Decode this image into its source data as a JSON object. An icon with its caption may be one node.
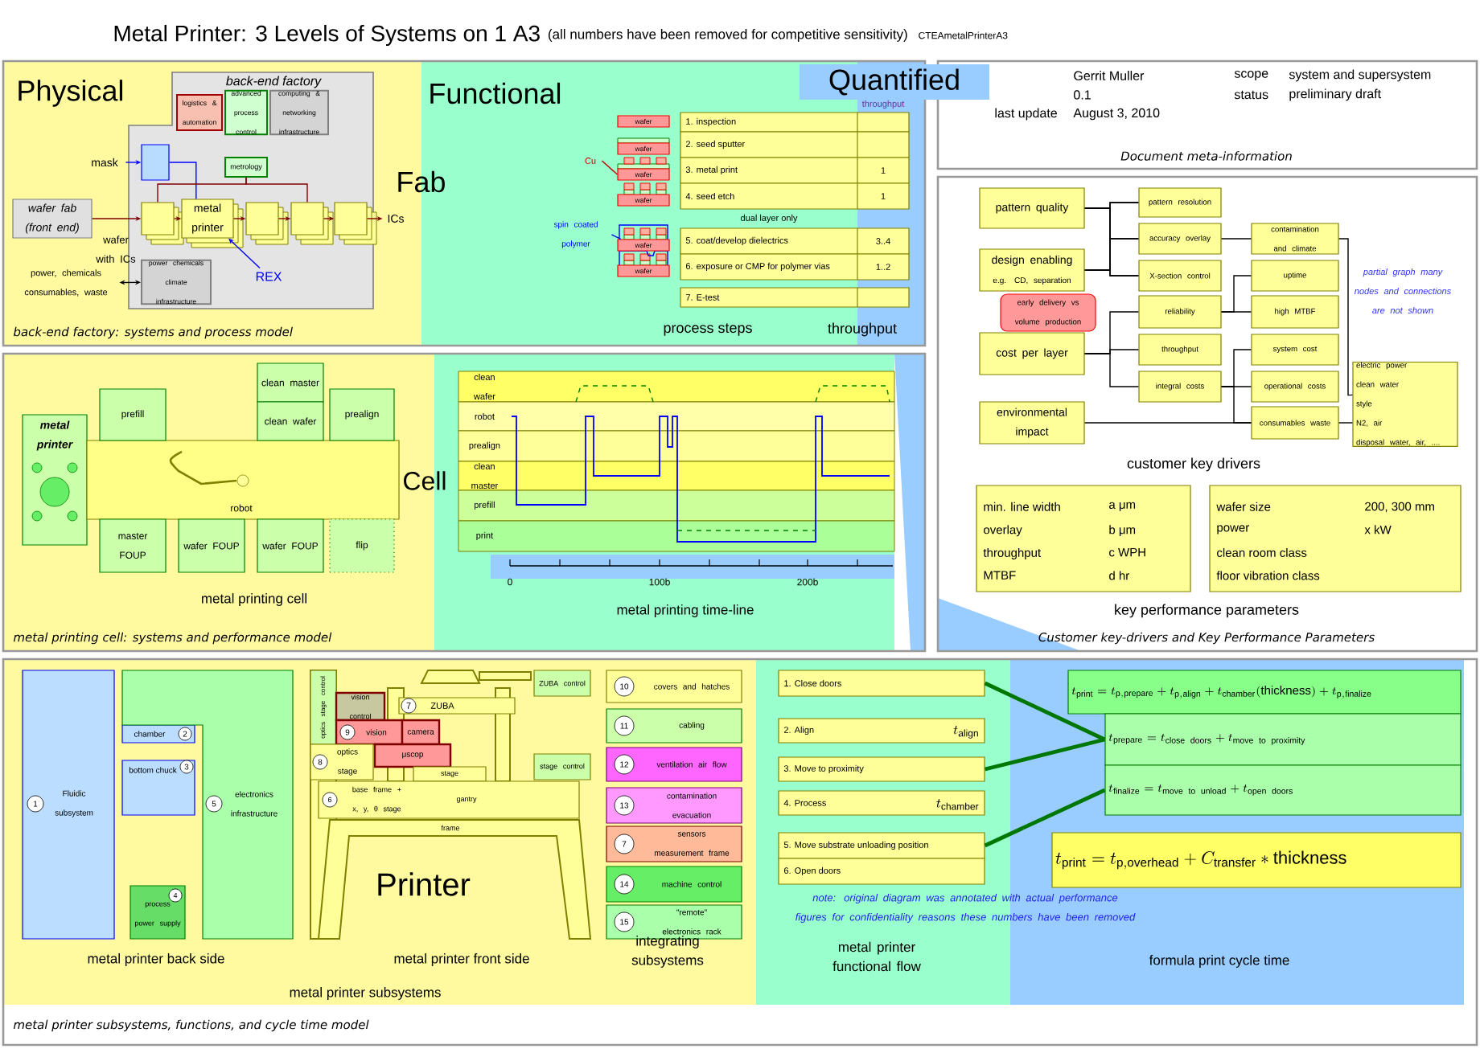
{
  "diagram": {
    "title": "Metal Printer: 3 Levels of Systems on 1 A3",
    "nodes": [
      {
        "text": [
          "back-end factory: systems and process model"
        ]
      },
      {
        "text": [
          "back-end factory"
        ],
        "in": 0
      },
      {
        "text": [
          "logistics & automation"
        ],
        "in": 1
      },
      {
        "text": [
          "advanced process control"
        ],
        "in": 1
      },
      {
        "text": [
          "computing & networking infrastructure"
        ],
        "in": 1
      },
      {
        "text": [],
        "shape": "box",
        "in": 1
      },
      {
        "text": [
          "mask"
        ],
        "in": 0
      },
      {
        "text": [
          "metrology"
        ],
        "in": 1
      },
      {
        "text": [
          "wafer fab (front end)"
        ],
        "in": 0
      },
      {
        "text": [],
        "shape": "box",
        "in": 1
      },
      {
        "text": [
          "metal printer"
        ],
        "in": 1
      },
      {
        "text": [],
        "shape": "box",
        "in": 1
      },
      {
        "text": [],
        "shape": "box",
        "in": 1
      },
      {
        "text": [],
        "shape": "box",
        "in": 1
      },
      {
        "text": [
          "ICs"
        ],
        "in": 0
      },
      {
        "text": [
          "power chemicals climate infrastructure"
        ],
        "in": 1
      },
      {
        "text": [
          "REX"
        ],
        "in": 1
      },
      {
        "text": [
          "power, chemicals consumables, waste"
        ],
        "in": 0
      },
      {
        "text": [
          "wafer"
        ],
        "in": 0
      },
      {
        "text": [
          "wafer"
        ],
        "in": 0
      },
      {
        "text": [
          "wafer"
        ],
        "in": 0
      },
      {
        "text": [
          "wafer"
        ],
        "in": 0
      },
      {
        "text": [
          "wafer"
        ],
        "in": 0
      },
      {
        "text": [
          "wafer"
        ],
        "in": 0
      },
      {
        "text": [
          "Cu"
        ],
        "in": 0
      },
      {
        "text": [
          "spin coated polymer"
        ],
        "in": 0
      },
      {
        "text": [
          "1. inspection"
        ],
        "in": 0
      },
      {
        "text": [
          "2. seed sputter"
        ],
        "in": 0
      },
      {
        "text": [
          "3. metal print",
          "1"
        ],
        "in": 0
      },
      {
        "text": [
          "4. seed etch",
          "1"
        ],
        "in": 0
      },
      {
        "text": [
          "5. coat/develop dielectrics",
          "3..4"
        ],
        "in": 0
      },
      {
        "text": [
          "6. exposure or CMP for polymer vias",
          "1..2"
        ],
        "in": 0
      },
      {
        "text": [
          "7. E-test"
        ],
        "in": 0
      },
      {
        "text": [
          "Quantified"
        ]
      },
      {
        "text": [
          "Document meta-information"
        ]
      },
      {
        "text": [
          "Customer key-drivers and Key Performance Parameters"
        ]
      },
      {
        "text": [
          "pattern quality"
        ],
        "in": 35
      },
      {
        "text": [
          "design enabling",
          "e.g. CD, separation"
        ],
        "in": 35
      },
      {
        "text": [
          "early delivery vs volume production"
        ],
        "in": 35
      },
      {
        "text": [
          "cost per layer"
        ],
        "in": 35
      },
      {
        "text": [
          "environmental impact"
        ],
        "in": 35
      },
      {
        "text": [
          "pattern resolution"
        ],
        "in": 35
      },
      {
        "text": [
          "accuracy overlay"
        ],
        "in": 35
      },
      {
        "text": [
          "X-section control"
        ],
        "in": 35
      },
      {
        "text": [
          "reliability"
        ],
        "in": 35
      },
      {
        "text": [
          "throughput"
        ],
        "in": 35
      },
      {
        "text": [
          "integral costs"
        ],
        "in": 35
      },
      {
        "text": [
          "contamination and climate"
        ],
        "in": 35
      },
      {
        "text": [
          "uptime"
        ],
        "in": 35
      },
      {
        "text": [
          "high MTBF"
        ],
        "in": 35
      },
      {
        "text": [
          "system cost"
        ],
        "in": 35
      },
      {
        "text": [
          "operational costs"
        ],
        "in": 35
      },
      {
        "text": [
          "consumables waste"
        ],
        "in": 35
      },
      {
        "text": [
          "electric power",
          "clean water",
          "style",
          "N2, air",
          "disposal water, air, ...."
        ],
        "in": 35
      },
      {
        "text": [
          "min. line width",
          "a μm",
          "overlay",
          "b μm",
          "throughput",
          "c WPH",
          "MTBF",
          "d hr"
        ],
        "in": 35
      },
      {
        "text": [
          "wafer size",
          "200, 300 mm",
          "power",
          "x kW",
          "clean room class",
          "floor vibration class"
        ],
        "in": 35
      },
      {
        "text": [
          "metal printing cell: systems and performance model"
        ]
      },
      {
        "text": [
          "metal printer"
        ],
        "in": 56
      },
      {
        "text": [
          "robot"
        ],
        "in": 56
      },
      {
        "text": [
          "prefill"
        ],
        "in": 56
      },
      {
        "text": [
          "clean master"
        ],
        "in": 56
      },
      {
        "text": [
          "clean wafer"
        ],
        "in": 56
      },
      {
        "text": [
          "prealign"
        ],
        "in": 56
      },
      {
        "text": [
          "master FOUP"
        ],
        "in": 56
      },
      {
        "text": [
          "wafer FOUP"
        ],
        "in": 56
      },
      {
        "text": [
          "wafer FOUP"
        ],
        "in": 56
      },
      {
        "text": [
          "flip"
        ],
        "in": 56
      },
      {
        "text": [
          "clean wafer"
        ],
        "in": 56
      },
      {
        "text": [
          "robot"
        ],
        "in": 56
      },
      {
        "text": [
          "prealign"
        ],
        "in": 56
      },
      {
        "text": [
          "clean master"
        ],
        "in": 56
      },
      {
        "text": [
          "prefill"
        ],
        "in": 56
      },
      {
        "text": [
          "print"
        ],
        "in": 56
      },
      {
        "text": [
          "metal printer subsystems, functions, and cycle time model"
        ]
      },
      {
        "text": [
          "1",
          "Fluidic subsystem"
        ],
        "in": 73
      },
      {
        "text": [
          "chamber",
          "2"
        ],
        "in": 73
      },
      {
        "text": [
          "bottom chuck",
          "3"
        ],
        "in": 73
      },
      {
        "text": [
          "4",
          "process power supply"
        ],
        "in": 73
      },
      {
        "text": [
          "5",
          "electronics infrastructure"
        ],
        "in": 73
      },
      {
        "text": [
          "optics stage control"
        ],
        "in": 73
      },
      {
        "text": [
          "vision control"
        ],
        "in": 73
      },
      {
        "text": [
          "7",
          "ZUBA"
        ],
        "in": 73
      },
      {
        "text": [
          "ZUBA control"
        ],
        "in": 73
      },
      {
        "text": [
          "9",
          "vision"
        ],
        "in": 73
      },
      {
        "text": [
          "camera"
        ],
        "in": 73
      },
      {
        "text": [
          "μscop"
        ],
        "in": 73
      },
      {
        "text": [
          "8",
          "optics stage"
        ],
        "in": 73
      },
      {
        "text": [
          "stage"
        ],
        "in": 73
      },
      {
        "text": [
          "stage control"
        ],
        "in": 73
      },
      {
        "text": [
          "6",
          "base frame + x, y, θ stage",
          "gantry"
        ],
        "in": 73
      },
      {
        "text": [
          "10",
          "covers and hatches"
        ],
        "in": 73
      },
      {
        "text": [
          "11",
          "cabling"
        ],
        "in": 73
      },
      {
        "text": [
          "12",
          "ventilation air flow"
        ],
        "in": 73
      },
      {
        "text": [
          "13",
          "contamination evacuation"
        ],
        "in": 73
      },
      {
        "text": [
          "7",
          "sensors measurement frame"
        ],
        "in": 73
      },
      {
        "text": [
          "14",
          "machine control"
        ],
        "in": 73
      },
      {
        "text": [
          "15",
          "\"remote\" electronics rack"
        ],
        "in": 73
      },
      {
        "text": [
          "1. Close doors"
        ],
        "in": 73
      },
      {
        "text": [
          "2. Align",
          "t_{\\mathrm{align}}"
        ],
        "in": 73
      },
      {
        "text": [
          "3. Move to proximity"
        ],
        "in": 73
      },
      {
        "text": [
          "4. Process",
          "t_{\\mathrm{chamber}}"
        ],
        "in": 73
      },
      {
        "text": [
          "5. Move substrate unloading position"
        ],
        "in": 73
      },
      {
        "text": [
          "6. Open doors"
        ],
        "in": 73
      },
      {
        "text": [
          "t_{\\mathrm{print}} = t_{\\mathrm{p,prepare}} + t_{\\mathrm{p,align}} + t_{\\mathrm{chamber}}(\\mathrm{thickness}) + t_{\\mathrm{p,finalize}}"
        ],
        "in": 73
      },
      {
        "text": [
          "t_{\\mathrm{prepare}} = t_{\\mathrm{close\\ doors}} + t_{\\mathrm{move\\ to\\ proximity}}"
        ],
        "in": 73
      },
      {
        "text": [
          "t_{\\mathrm{finalize}} = t_{\\mathrm{move\\ to\\ unload}} + t_{\\mathrm{open\\ doors}}"
        ],
        "in": 73
      },
      {
        "text": [
          "t_{\\mathrm{print}} = t_{\\mathrm{p,overhead}} + C_{\\mathrm{transfer}}*\\mathrm{thickness}"
        ],
        "in": 73
      }
    ],
    "edges": [
      {
        "from": 6,
        "to": 5,
        "arrow": "to",
        "color": "#0000ff"
      },
      {
        "from": 5,
        "to": 10,
        "arrow": "none",
        "color": "#0000ff"
      },
      {
        "from": 8,
        "to": 9,
        "arrow": "to",
        "color": "#800000"
      },
      {
        "from": 9,
        "to": 10,
        "arrow": "to",
        "color": "#800000"
      },
      {
        "from": 10,
        "to": 11,
        "arrow": "to",
        "color": "#800000"
      },
      {
        "from": 11,
        "to": 12,
        "arrow": "to",
        "color": "#800000"
      },
      {
        "from": 12,
        "to": 13,
        "arrow": "to",
        "color": "#800000"
      },
      {
        "from": 13,
        "to": 14,
        "arrow": "to",
        "color": "#800000"
      },
      {
        "from": 16,
        "to": 10,
        "arrow": "to",
        "color": "#0000ff"
      },
      {
        "from": 17,
        "to": 15,
        "arrow": "both"
      },
      {
        "from": 7,
        "to": 9,
        "arrow": "none",
        "color": "#800000"
      },
      {
        "from": 7,
        "to": 12,
        "arrow": "none",
        "color": "#800000"
      },
      {
        "from": 24,
        "to": 20,
        "arrow": "none",
        "color": "#c00000"
      },
      {
        "from": 25,
        "to": 22,
        "arrow": "none",
        "color": "#0000ff"
      },
      {
        "from": 36,
        "to": 41,
        "arrow": "none"
      },
      {
        "from": 36,
        "to": 42,
        "arrow": "none"
      },
      {
        "from": 36,
        "to": 43,
        "arrow": "none"
      },
      {
        "from": 37,
        "to": 41,
        "arrow": "none"
      },
      {
        "from": 37,
        "to": 42,
        "arrow": "none"
      },
      {
        "from": 37,
        "to": 43,
        "arrow": "none"
      },
      {
        "from": 39,
        "to": 44,
        "arrow": "none"
      },
      {
        "from": 39,
        "to": 45,
        "arrow": "none"
      },
      {
        "from": 39,
        "to": 46,
        "arrow": "none"
      },
      {
        "from": 42,
        "to": 47,
        "arrow": "none"
      },
      {
        "from": 44,
        "to": 48,
        "arrow": "none"
      },
      {
        "from": 44,
        "to": 49,
        "arrow": "none"
      },
      {
        "from": 46,
        "to": 50,
        "arrow": "none"
      },
      {
        "from": 46,
        "to": 51,
        "arrow": "none"
      },
      {
        "from": 46,
        "to": 52,
        "arrow": "none"
      },
      {
        "from": 47,
        "to": 53,
        "arrow": "none"
      },
      {
        "from": 40,
        "to": 52,
        "arrow": "none"
      },
      {
        "from": 52,
        "to": 53,
        "arrow": "none"
      },
      {
        "from": 97,
        "to": 104,
        "arrow": "none",
        "style": "thick",
        "color": "#007700"
      },
      {
        "from": 99,
        "to": 104,
        "arrow": "none",
        "style": "thick",
        "color": "#007700"
      },
      {
        "from": 101,
        "to": 105,
        "arrow": "none",
        "style": "thick",
        "color": "#007700"
      }
    ],
    "labels": [
      "(all numbers have been removed for competitive sensitivity)",
      "CTEAmetalPrinterA3",
      "Physical",
      "Functional",
      "Fab",
      "wafer with ICs",
      "throughput",
      "dual layer only",
      "process steps",
      "throughput",
      "Gerrit Muller",
      "scope",
      "system and supersystem",
      "0.1",
      "status",
      "preliminary draft",
      "last update",
      "August 3, 2010",
      "partial graph many nodes and connections are not shown",
      "customer key drivers",
      "key performance parameters",
      "Cell",
      "0",
      "100b",
      "200b",
      "metal printing cell",
      "metal printing time-line",
      "frame",
      "Printer",
      "metal printer back side",
      "metal printer front side",
      "integrating subsystems",
      "metal printer subsystems",
      "note: original diagram was annotated with actual performance figures for confidentiality reasons these numbers have been removed",
      "metal printer functional flow",
      "formula print cycle time"
    ]
  }
}
